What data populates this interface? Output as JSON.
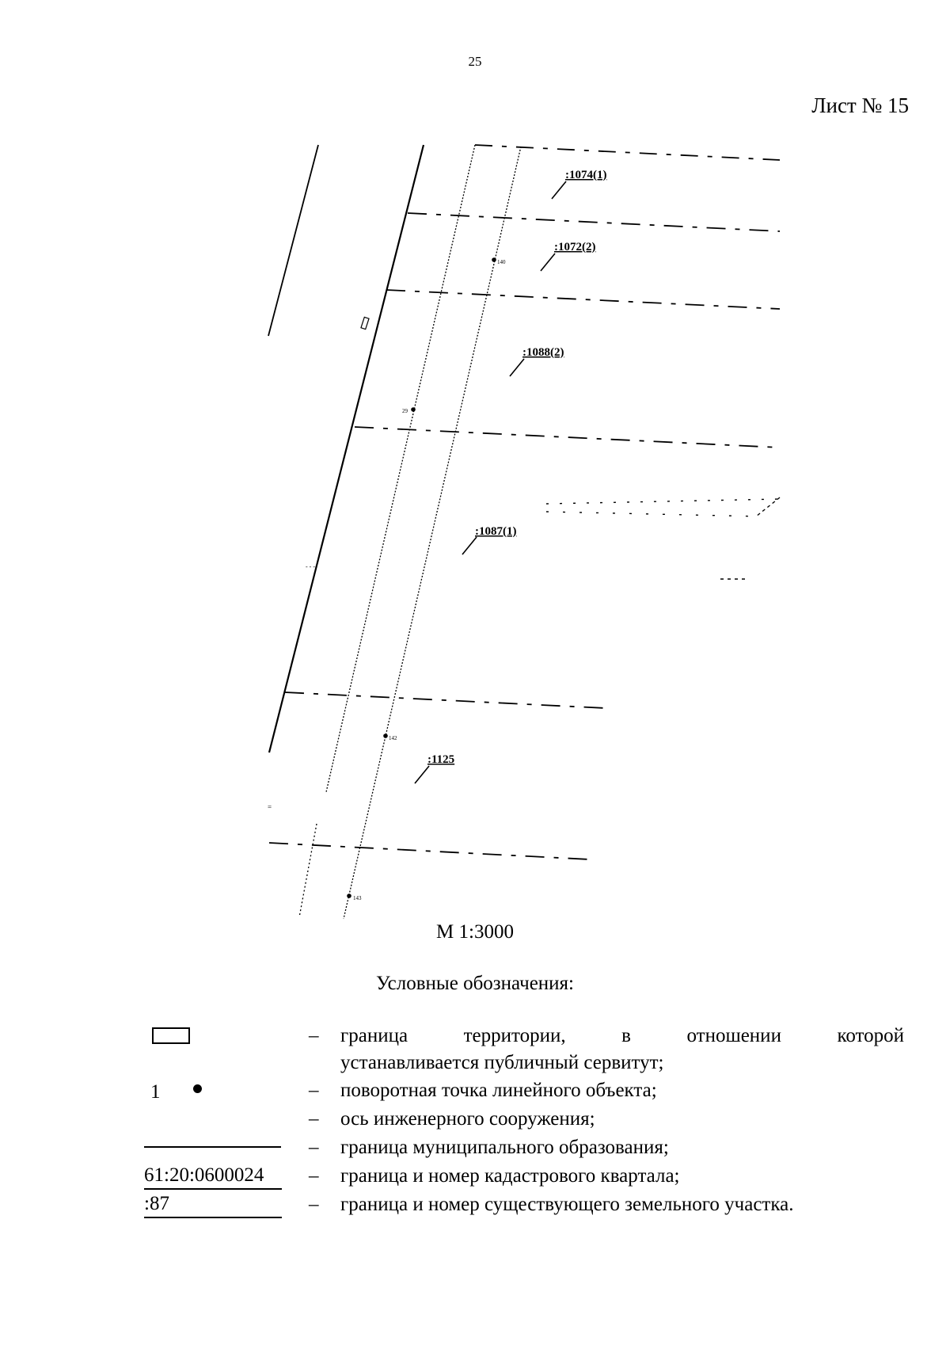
{
  "page": {
    "number": "25",
    "sheet_label": "Лист № 15"
  },
  "map": {
    "parcel_labels": [
      ":1074(1)",
      ":1072(2)",
      ":1088(2)",
      ":1087(1)",
      ":1125"
    ],
    "point_labels": [
      "140",
      "29",
      "142",
      "143"
    ],
    "scale": "М 1:3000"
  },
  "legend": {
    "title": "Условные обозначения:",
    "items": [
      {
        "symbol": "rectangle",
        "dash": "–",
        "line1": "граница территории, в отношении которой",
        "line2": "устанавливается публичный сервитут;"
      },
      {
        "symbol": "point",
        "symbol_text": "1",
        "dash": "–",
        "text": "поворотная точка линейного объекта;"
      },
      {
        "symbol": "none",
        "dash": "–",
        "text": "ось инженерного сооружения;"
      },
      {
        "symbol": "line",
        "dash": "–",
        "text": "граница муниципального образования;"
      },
      {
        "symbol": "cadastral-quarter",
        "symbol_text": "61:20:0600024",
        "dash": "–",
        "text": "граница и номер кадастрового квартала;"
      },
      {
        "symbol": "parcel",
        "symbol_text": ":87",
        "dash": "–",
        "text": "граница и номер существующего земельного участка."
      }
    ]
  }
}
